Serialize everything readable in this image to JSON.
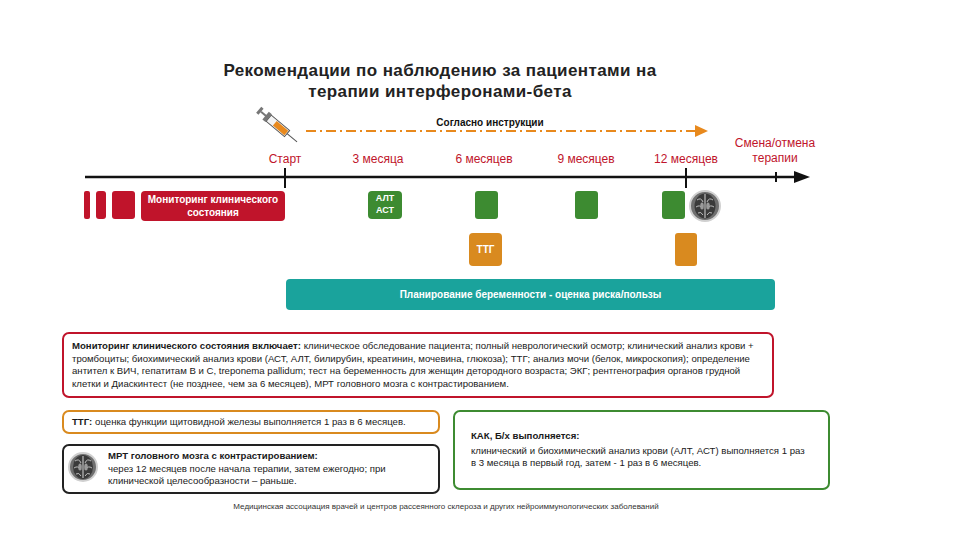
{
  "diagram": {
    "title": "Рекомендации по наблюдению за пациентами на терапии интерферонами-бета",
    "caption": "Медицинская ассоциация врачей и центров рассеянного склероза и других нейроиммунологических заболеваний",
    "nodes": [
      {
        "text": [
          "Мониторинг клинического состояния"
        ]
      },
      {
        "text": [
          "АЛТ АСТ"
        ]
      },
      {
        "text": [
          "ТТГ"
        ]
      },
      {
        "text": [
          "Планирование беременности - оценка риска/пользы"
        ]
      },
      {
        "text": [
          "Мониторинг клинического состояния включает:",
          "клиническое обследование пациента; полный неврологический осмотр; клинический анализ крови + тромбоциты; биохимический анализ крови (АСТ, АЛТ, билирубин, креатинин, мочевина, глюкоза); ТТГ; анализ мочи (белок, микроскопия); определение антител к ВИЧ, гепатитам B и C, treponema pallidum; тест на беременность для женщин детородного возраста; ЭКГ; рентгенография органов грудной клетки и Диаскинтест (не позднее, чем за 6 месяцев), МРТ головного мозга с контрастированием."
        ]
      },
      {
        "text": [
          "ТТГ:",
          "оценка функции щитовидной железы выполняется 1 раз в 6 месяцев."
        ]
      },
      {
        "text": [
          "МРТ головного мозга с контрастированием:",
          "через 12 месяцев после начала терапии, затем ежегодно; при клинической целесообразности – раньше."
        ]
      },
      {
        "text": [
          "КАК, Б/х выполняется:",
          "клинический и биохимический анализ крови (АЛТ, АСТ) выполняется 1 раз в 3 месяца в первый год, затем - 1 раз в 6 месяцев."
        ]
      }
    ],
    "labels": [
      "Согласно инструкции",
      "Старт",
      "3 месяца",
      "6 месяцев",
      "9 месяцев",
      "12 месяцев",
      "Смена/отмена терапии"
    ]
  }
}
